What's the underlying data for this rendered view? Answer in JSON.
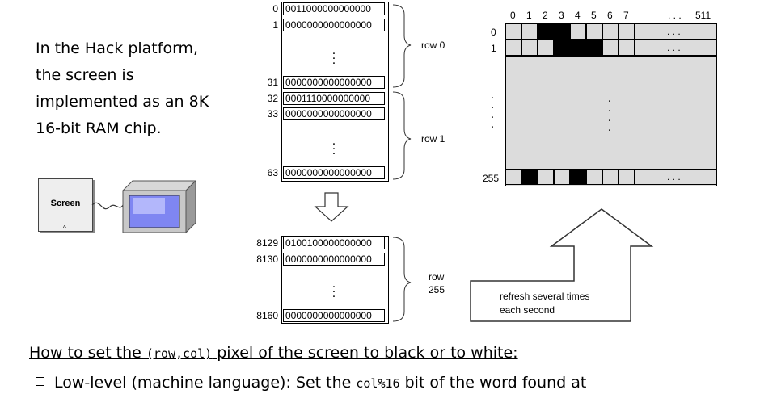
{
  "intro": {
    "lines": [
      "In the Hack platform,",
      "the screen is",
      "implemented as an 8K",
      "16-bit RAM chip."
    ]
  },
  "chip": {
    "label": "Screen"
  },
  "ram": {
    "cells": [
      {
        "addr": "0",
        "bits": "0011000000000000"
      },
      {
        "addr": "1",
        "bits": "0000000000000000"
      },
      {
        "addr": "31",
        "bits": "0000000000000000"
      },
      {
        "addr": "32",
        "bits": "0001110000000000"
      },
      {
        "addr": "33",
        "bits": "0000000000000000"
      },
      {
        "addr": "63",
        "bits": "0000000000000000"
      },
      {
        "addr": "8129",
        "bits": "0100100000000000"
      },
      {
        "addr": "8130",
        "bits": "0000000000000000"
      },
      {
        "addr": "8160",
        "bits": "0000000000000000"
      }
    ],
    "row_labels": [
      "row 0",
      "row 1",
      "row",
      "255"
    ]
  },
  "screen": {
    "col_headers": [
      "0",
      "1",
      "2",
      "3",
      "4",
      "5",
      "6",
      "7",
      "511"
    ],
    "col_ellipsis": ". . .",
    "row_headers": [
      "0",
      "1",
      "255"
    ],
    "pixel_rows": [
      {
        "row": "0",
        "on": [
          0,
          0,
          1,
          1,
          0,
          0,
          0,
          0
        ]
      },
      {
        "row": "1",
        "on": [
          0,
          0,
          0,
          1,
          1,
          1,
          0,
          0
        ]
      },
      {
        "row": "255",
        "on": [
          0,
          1,
          0,
          0,
          1,
          0,
          0,
          0
        ]
      }
    ],
    "row_ellipsis": ". . ."
  },
  "refresh_note": [
    "refresh several times",
    "each second"
  ],
  "footer": {
    "heading_pre": "How to set the ",
    "heading_code": "(row,col)",
    "heading_post": " pixel of the screen to black or to white:",
    "bullet_pre": "Low-level (machine language):   Set the ",
    "bullet_code": "col%16",
    "bullet_post": " bit of the word found at"
  }
}
